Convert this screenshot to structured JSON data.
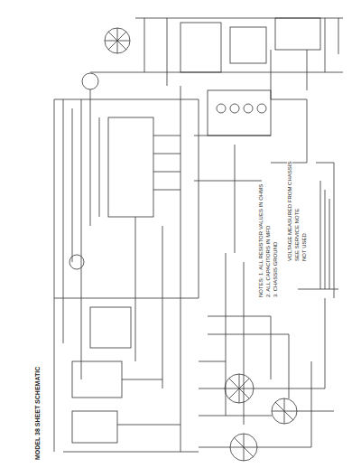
{
  "diagram": {
    "title": "MODEL 38 SHEET SCHEMATIC",
    "labels": [
      "NOTES: 1. ALL RESISTOR VALUES IN OHMS",
      "2. ALL CAPACITORS IN MFD",
      "3. CHASSIS GROUND",
      "VOLTAGE MEASURED FROM CHASSIS",
      "SEE SERVICE NOTE",
      "NOT USED"
    ]
  }
}
